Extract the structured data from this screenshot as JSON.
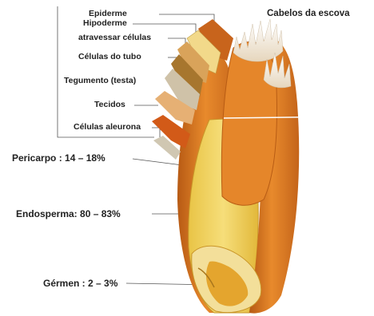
{
  "diagram": {
    "top_labels": {
      "epiderme": "Epiderme",
      "hipoderme": "Hipoderme",
      "atravessar": "atravessar células",
      "tubo": "Células do tubo",
      "tegumento": "Tegumento (testa)",
      "tecidos": "Tecidos",
      "aleurona": "Células aleurona"
    },
    "cabelos": "Cabelos da escova",
    "main_labels": {
      "pericarpo": "Pericarpo : 14 – 18%",
      "endosperma": "Endosperma: 80 – 83%",
      "germen": "Gérmen : 2 – 3%"
    }
  },
  "colors": {
    "outer_bran": "#e07a1e",
    "bran_dark": "#b85a12",
    "endosperm": "#f0d262",
    "germ": "#e4a52e",
    "hairs": "#f4ede2"
  }
}
